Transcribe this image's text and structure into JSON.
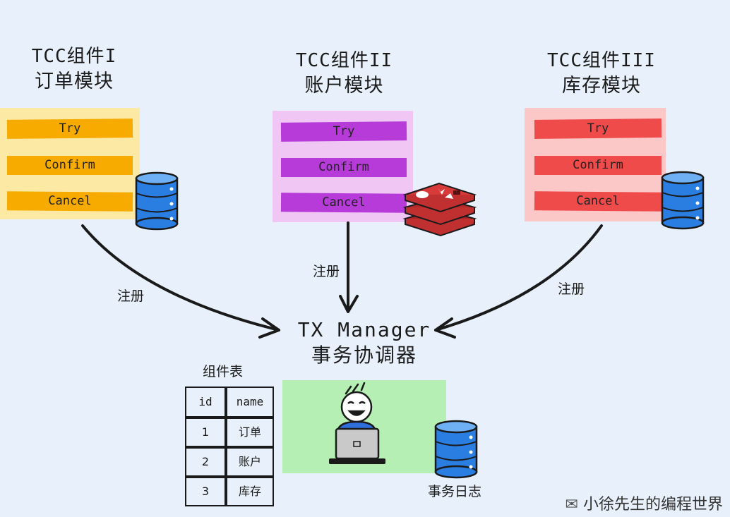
{
  "components": [
    {
      "title_en": "TCC组件I",
      "title_cn": "订单模块",
      "try": "Try",
      "confirm": "Confirm",
      "cancel": "Cancel",
      "panel_color": "#fce9a3",
      "band_color": "#f7ab00"
    },
    {
      "title_en": "TCC组件II",
      "title_cn": "账户模块",
      "try": "Try",
      "confirm": "Confirm",
      "cancel": "Cancel",
      "panel_color": "#efc6f4",
      "band_color": "#b63bd9"
    },
    {
      "title_en": "TCC组件III",
      "title_cn": "库存模块",
      "try": "Try",
      "confirm": "Confirm",
      "cancel": "Cancel",
      "panel_color": "#fbc7c7",
      "band_color": "#f04b4b"
    }
  ],
  "edge_labels": [
    "注册",
    "注册",
    "注册"
  ],
  "manager": {
    "title_en": "TX Manager",
    "title_cn": "事务协调器",
    "panel_color": "#b5efb3"
  },
  "component_table": {
    "title": "组件表",
    "headers": [
      "id",
      "name"
    ],
    "rows": [
      [
        "1",
        "订单"
      ],
      [
        "2",
        "账户"
      ],
      [
        "3",
        "库存"
      ]
    ]
  },
  "log_label": "事务日志",
  "watermark": "小徐先生的编程世界"
}
